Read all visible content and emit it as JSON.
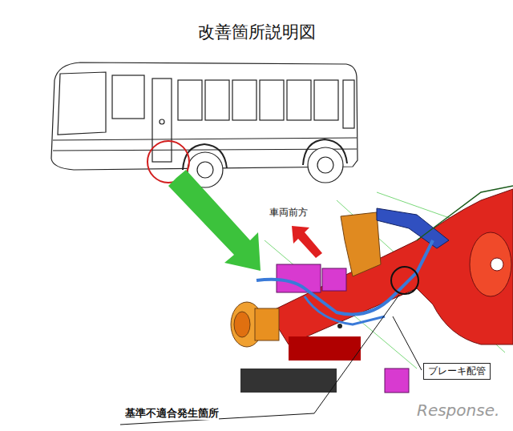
{
  "diagram": {
    "title": "改善箇所説明図",
    "nodes": [
      {
        "text": [
          "ブレーキ配管"
        ]
      }
    ],
    "labels": [
      "車両前方",
      "基準不適合発生箇所",
      "Response."
    ]
  }
}
